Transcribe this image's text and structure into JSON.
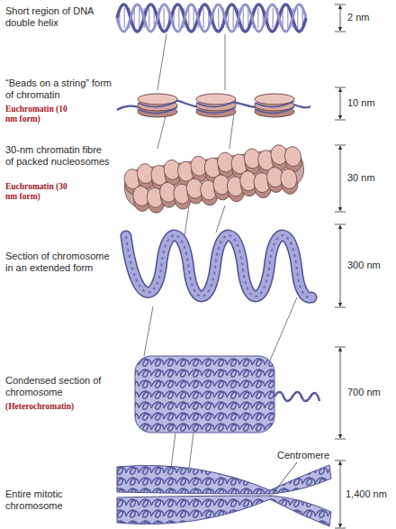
{
  "diagram": {
    "labels": [
      "Short region of DNA double helix",
      "2 nm",
      "“Beads on a string” form of chromatin",
      "Euchromatin (10 nm form)",
      "10 nm",
      "30-nm chromatin fibre of packed nucleosomes",
      "Euchromatin (30 nm form)",
      "30 nm",
      "Section of chromosome in an extended form",
      "300 nm",
      "Condensed section of chromosome",
      "(Heterochromatin)",
      "700 nm",
      "Centromere",
      "Entire mitotic chromosome",
      "1,400 nm"
    ]
  }
}
